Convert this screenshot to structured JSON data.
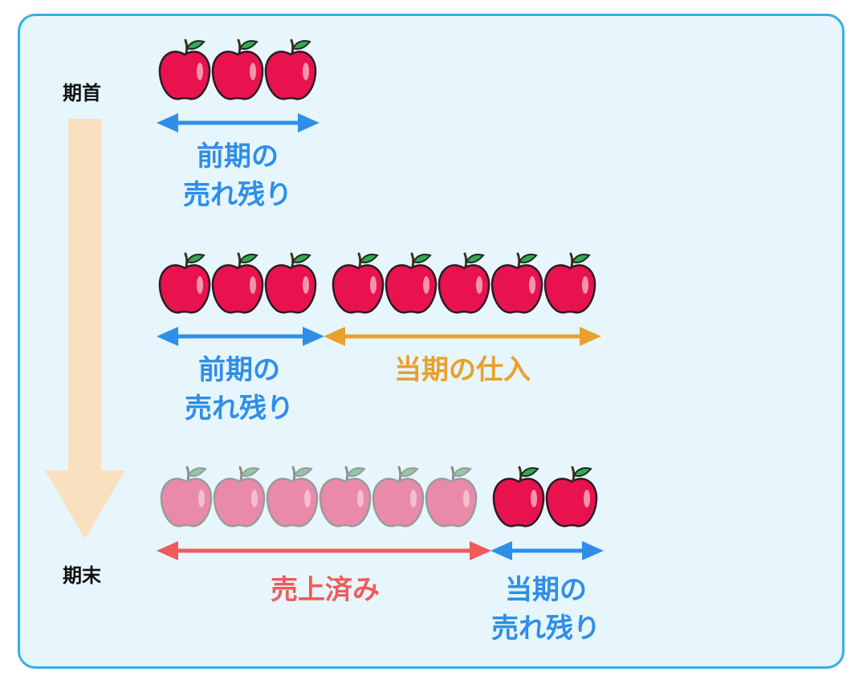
{
  "colors": {
    "panel_border": "#36aee8",
    "panel_bg": "#e6f6fc",
    "timeline_arrow": "#f9e0bf",
    "apple_red": "#e8124f",
    "apple_faded": "#e98aaa",
    "blue": "#2f8ee8",
    "orange": "#e9a02c",
    "red": "#f15a5a"
  },
  "timeline": {
    "start_label": "期首",
    "end_label": "期末"
  },
  "rows": [
    {
      "apples": [
        {
          "count": 3,
          "state": "in-stock"
        }
      ],
      "segments": [
        {
          "color": "blue",
          "line1": "前期の",
          "line2": "売れ残り"
        }
      ]
    },
    {
      "apples": [
        {
          "count": 3,
          "state": "in-stock"
        },
        {
          "count": 5,
          "state": "in-stock"
        }
      ],
      "segments": [
        {
          "color": "blue",
          "line1": "前期の",
          "line2": "売れ残り"
        },
        {
          "color": "orange",
          "line1": "当期の仕入",
          "line2": ""
        }
      ]
    },
    {
      "apples": [
        {
          "count": 6,
          "state": "sold"
        },
        {
          "count": 2,
          "state": "in-stock"
        }
      ],
      "segments": [
        {
          "color": "red",
          "line1": "売上済み",
          "line2": ""
        },
        {
          "color": "blue",
          "line1": "当期の",
          "line2": "売れ残り"
        }
      ]
    }
  ]
}
